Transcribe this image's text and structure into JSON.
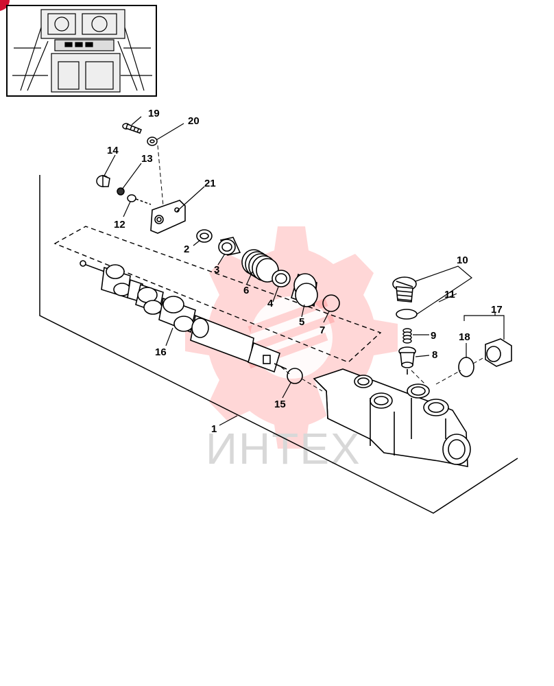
{
  "diagram": {
    "watermark_text": "ИНТЕХ",
    "callouts": [
      {
        "id": "c1",
        "label": "1"
      },
      {
        "id": "c2",
        "label": "2"
      },
      {
        "id": "c3",
        "label": "3"
      },
      {
        "id": "c4",
        "label": "4"
      },
      {
        "id": "c5",
        "label": "5"
      },
      {
        "id": "c6",
        "label": "6"
      },
      {
        "id": "c7",
        "label": "7"
      },
      {
        "id": "c8",
        "label": "8"
      },
      {
        "id": "c9",
        "label": "9"
      },
      {
        "id": "c10",
        "label": "10"
      },
      {
        "id": "c11",
        "label": "11"
      },
      {
        "id": "c12",
        "label": "12"
      },
      {
        "id": "c13",
        "label": "13"
      },
      {
        "id": "c14",
        "label": "14"
      },
      {
        "id": "c15",
        "label": "15"
      },
      {
        "id": "c16",
        "label": "16"
      },
      {
        "id": "c17",
        "label": "17"
      },
      {
        "id": "c18",
        "label": "18"
      },
      {
        "id": "c19",
        "label": "19"
      },
      {
        "id": "c20",
        "label": "20"
      },
      {
        "id": "c21",
        "label": "21"
      }
    ]
  }
}
